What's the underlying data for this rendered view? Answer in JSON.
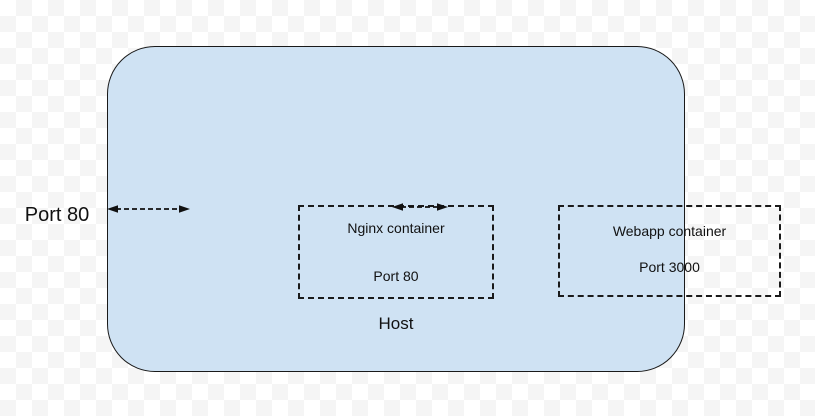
{
  "diagram": {
    "background_note": "transparent-checkerboard",
    "external_port_label": "Port 80",
    "host": {
      "label": "Host",
      "fill_color": "#cfe2f3",
      "border_color": "#1a1a1a"
    },
    "containers": [
      {
        "title": "Nginx container",
        "port_label": "Port 80"
      },
      {
        "title": "Webapp container",
        "port_label": "Port 3000"
      }
    ],
    "arrows": [
      {
        "name": "external-port-to-nginx-arrow",
        "style": "dashed",
        "heads": "both"
      },
      {
        "name": "nginx-to-webapp-arrow",
        "style": "dashed",
        "heads": "both"
      }
    ]
  }
}
